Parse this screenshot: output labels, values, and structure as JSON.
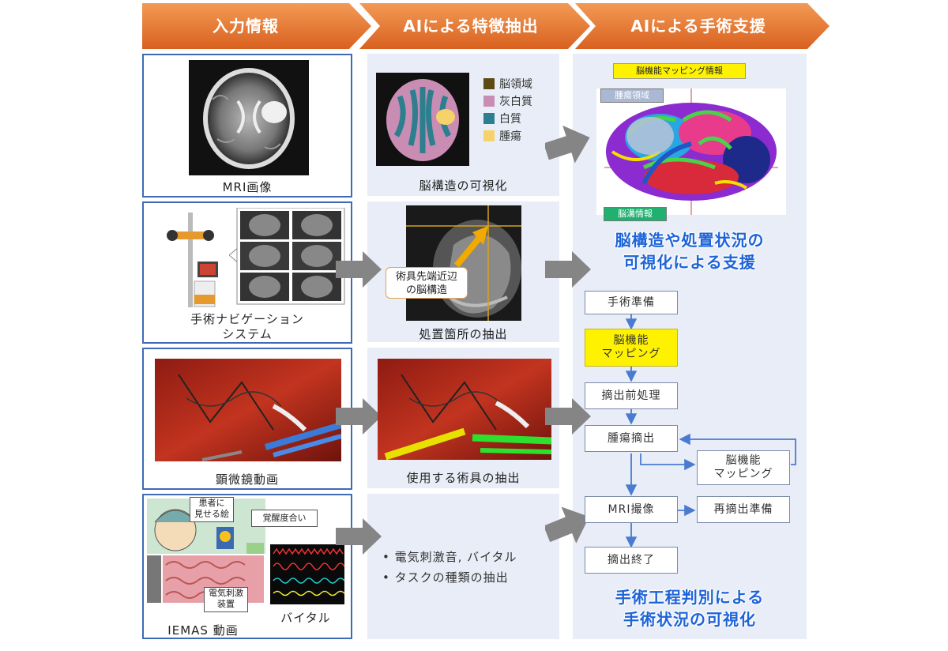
{
  "headers": [
    "入力情報",
    "AIによる特徴抽出",
    "AIによる手術支援"
  ],
  "inputs": {
    "mri_label": "MRI画像",
    "nav_label_line1": "手術ナビゲーション",
    "nav_label_line2": "システム",
    "micro_label": "顕微鏡動画",
    "iemas_label": "IEMAS 動画",
    "iemas_callouts": {
      "patient_line1": "患者に",
      "patient_line2": "見せる絵",
      "awake": "覚醒度合い",
      "stim_line1": "電気刺激",
      "stim_line2": "装置",
      "vital": "バイタル"
    }
  },
  "features": {
    "legend": [
      {
        "label": "脳領域",
        "color": "#5b4a14"
      },
      {
        "label": "灰白質",
        "color": "#c98db4"
      },
      {
        "label": "白質",
        "color": "#2b7f8e"
      },
      {
        "label": "腫瘍",
        "color": "#f5d36a"
      }
    ],
    "brain_label": "脳構造の可視化",
    "nav_callout_line1": "術具先端近辺",
    "nav_callout_line2": "の脳構造",
    "treat_label": "処置箇所の抽出",
    "tool_label": "使用する術具の抽出",
    "bullets": [
      "電気刺激音, バイタル",
      "タスクの種類の抽出"
    ]
  },
  "support": {
    "mapping_callout": "脳機能マッピング情報",
    "tumor_region": "腫瘍領域",
    "sulcus_info": "脳溝情報",
    "caption1_line1": "脳構造や処置状況の",
    "caption1_line2": "可視化による支援",
    "flow": {
      "prep": "手術準備",
      "mapping1_line1": "脳機能",
      "mapping1_line2": "マッピング",
      "pre_resect": "摘出前処理",
      "tumor_resect": "腫瘍摘出",
      "mapping2_line1": "脳機能",
      "mapping2_line2": "マッピング",
      "mri": "MRI撮像",
      "re_resect": "再摘出準備",
      "end": "摘出終了"
    },
    "caption2_line1": "手術工程判別による",
    "caption2_line2": "手術状況の可視化"
  },
  "colors": {
    "header_orange": "#e2732d",
    "box_border": "#3f6bb5",
    "caption_blue": "#1e63d9",
    "highlight_yellow": "#fff200"
  }
}
